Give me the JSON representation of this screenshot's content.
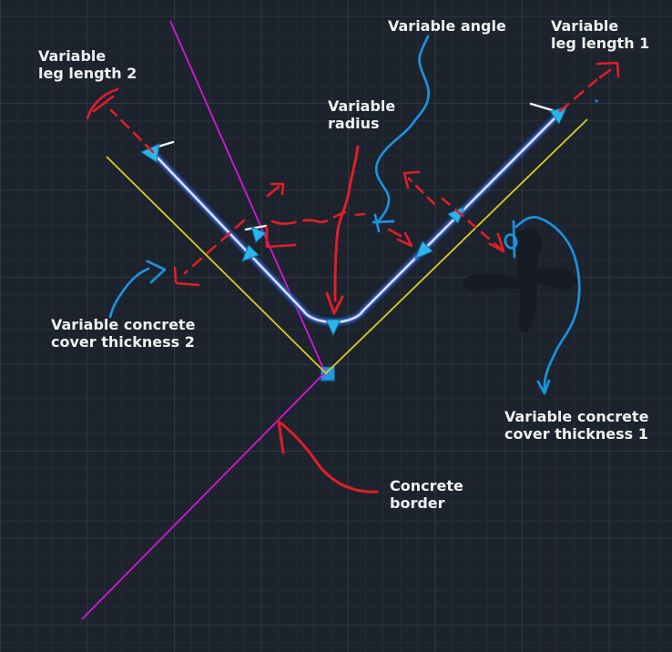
{
  "scene": {
    "background": "#1d232c",
    "grid_minor_color": "#242b36",
    "grid_major_color": "#2d3644",
    "label_color": "#f0f0f0",
    "colors": {
      "concrete_border": "#d418d8",
      "cover_line": "#d6d020",
      "rebar_glow": "#2c4da6",
      "rebar_mid": "#5f7fd8",
      "rebar_core": "#eef3ff",
      "end_tick": "#f5f8ff",
      "grip_fill": "#2ab6ea",
      "grip_stroke": "#0d6fa4",
      "vertex_grip_fill": "#1f97e2",
      "sketch_red": "#e01e28",
      "sketch_blue": "#1b92dd",
      "silhouette": "#161b24"
    }
  },
  "labels": {
    "leg_length_2": {
      "lines": [
        "Variable",
        "leg length 2"
      ]
    },
    "angle": {
      "lines": [
        "Variable angle"
      ]
    },
    "leg_length_1": {
      "lines": [
        "Variable",
        "leg length 1"
      ]
    },
    "radius": {
      "lines": [
        "Variable",
        "radius"
      ]
    },
    "cover_thickness_2": {
      "lines": [
        "Variable concrete",
        "cover thickness 2"
      ]
    },
    "cover_thickness_1": {
      "lines": [
        "Variable concrete",
        "cover thickness 1"
      ]
    },
    "concrete_border": {
      "lines": [
        "Concrete",
        "border"
      ]
    }
  }
}
